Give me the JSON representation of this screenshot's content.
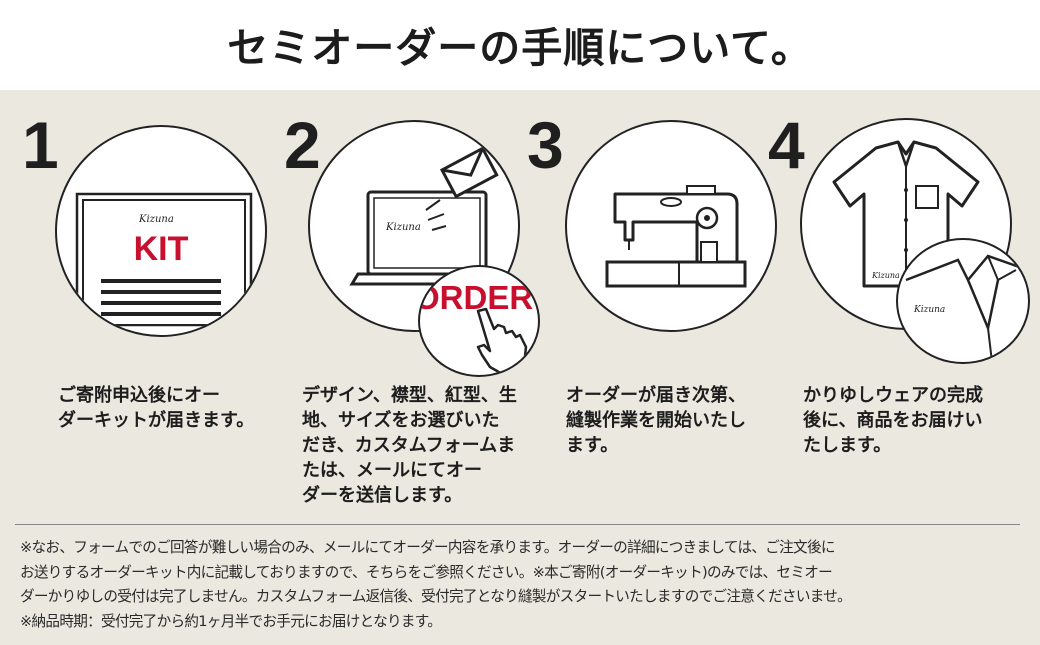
{
  "title": "セミオーダーの手順について。",
  "steps": [
    {
      "number": "1",
      "text": "ご寄附申込後にオー\nダーキットが届きます。",
      "kit_brand": "Kizuna",
      "kit_label": "KIT"
    },
    {
      "number": "2",
      "text": "デザイン、襟型、紅型、生\n地、サイズをお選びいた\nだき、カスタムフォームま\nたは、メールにてオー\nダーを送信します。",
      "screen_brand": "Kizuna",
      "order_label": "ORDER"
    },
    {
      "number": "3",
      "text": "オーダーが届き次第、\n縫製作業を開始いたし\nます。"
    },
    {
      "number": "4",
      "text": "かりゆしウェアの完成\n後に、商品をお届けい\nたします。",
      "shirt_brand": "Kizuna",
      "tag_brand": "Kizuna"
    }
  ],
  "note": "※なお、フォームでのご回答が難しい場合のみ、メールにてオーダー内容を承ります。オーダーの詳細につきましては、ご注文後に\nお送りするオーダーキット内に記載しておりますので、そちらをご参照ください。※本ご寄附(オーダーキット)のみでは、セミオー\nダーかりゆしの受付は完了しません。カスタムフォーム返信後、受付完了となり縫製がスタートいたしますのでご注意くださいませ。\n※納品時期：受付完了から約1ヶ月半でお手元にお届けとなります。",
  "colors": {
    "accent_red": "#c8102e",
    "background": "#ebe8df",
    "ink": "#1f1f1f"
  },
  "icons": [
    "document-kit-icon",
    "laptop-icon",
    "envelope-icon",
    "order-button-icon",
    "hand-pointer-icon",
    "sewing-machine-icon",
    "shirt-icon",
    "collar-tag-icon"
  ]
}
